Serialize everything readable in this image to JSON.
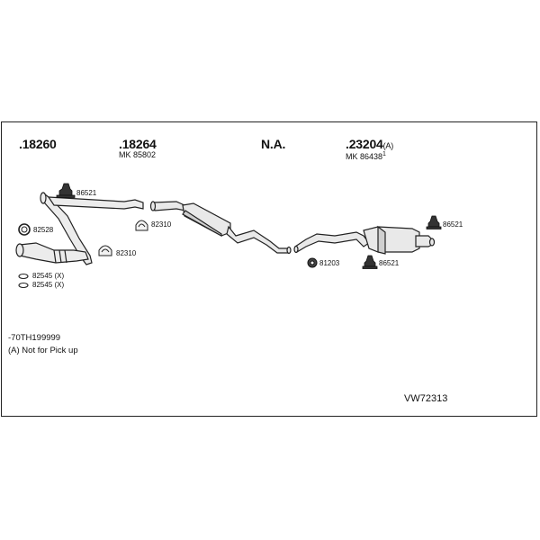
{
  "parts": {
    "p18260": ".18260",
    "p18264": ".18264",
    "mk18264": "MK 85802",
    "na": "N.A.",
    "p23204": ".23204",
    "p23204_flag": "(A)",
    "mk23204": "MK 86438",
    "mk23204_mark": "1"
  },
  "callouts": {
    "c86521_left": "86521",
    "c82528": "82528",
    "c82310_mid": "82310",
    "c82310_low": "82310",
    "c82545_a": "82545 (X)",
    "c82545_b": "82545 (X)",
    "c81203": "81203",
    "c86521_right_top": "86521",
    "c86521_right_bottom": "86521"
  },
  "notes": {
    "serial": "-70TH199999",
    "pickup": "(A) Not for Pick up"
  },
  "reference": "VW72313",
  "colors": {
    "line": "#222222",
    "fill": "#e9e9e9",
    "dark": "#333333"
  }
}
